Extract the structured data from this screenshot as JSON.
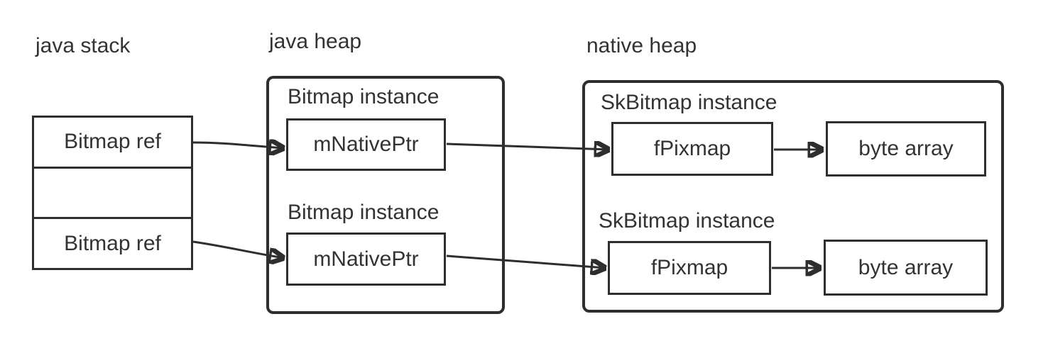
{
  "region_labels": {
    "java_stack": "java stack",
    "java_heap": "java heap",
    "native_heap": "native heap"
  },
  "stack": {
    "cells": [
      {
        "label": "Bitmap ref"
      },
      {
        "label": ""
      },
      {
        "label": "Bitmap ref"
      }
    ]
  },
  "java_heap": {
    "instances": [
      {
        "title": "Bitmap instance",
        "field": "mNativePtr"
      },
      {
        "title": "Bitmap instance",
        "field": "mNativePtr"
      }
    ]
  },
  "native_heap": {
    "instances": [
      {
        "title": "SkBitmap instance",
        "pointer": "fPixmap",
        "buffer": "byte array"
      },
      {
        "title": "SkBitmap instance",
        "pointer": "fPixmap",
        "buffer": "byte array"
      }
    ]
  },
  "colors": {
    "line": "#2e2e2e",
    "text": "#333333",
    "background": "#ffffff"
  }
}
